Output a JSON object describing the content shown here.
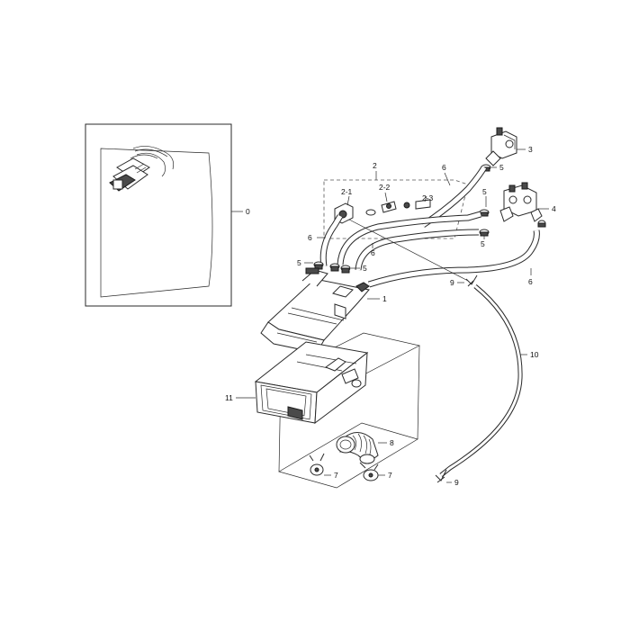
{
  "labels": {
    "l0": "0",
    "l1": "1",
    "l2": "2",
    "l2_1": "2-1",
    "l2_2": "2-2",
    "l2_3": "2-3",
    "l3": "3",
    "l4": "4",
    "l5": "5",
    "l6": "6",
    "l7": "7",
    "l8": "8",
    "l9": "9",
    "l10": "10",
    "l11": "11"
  }
}
